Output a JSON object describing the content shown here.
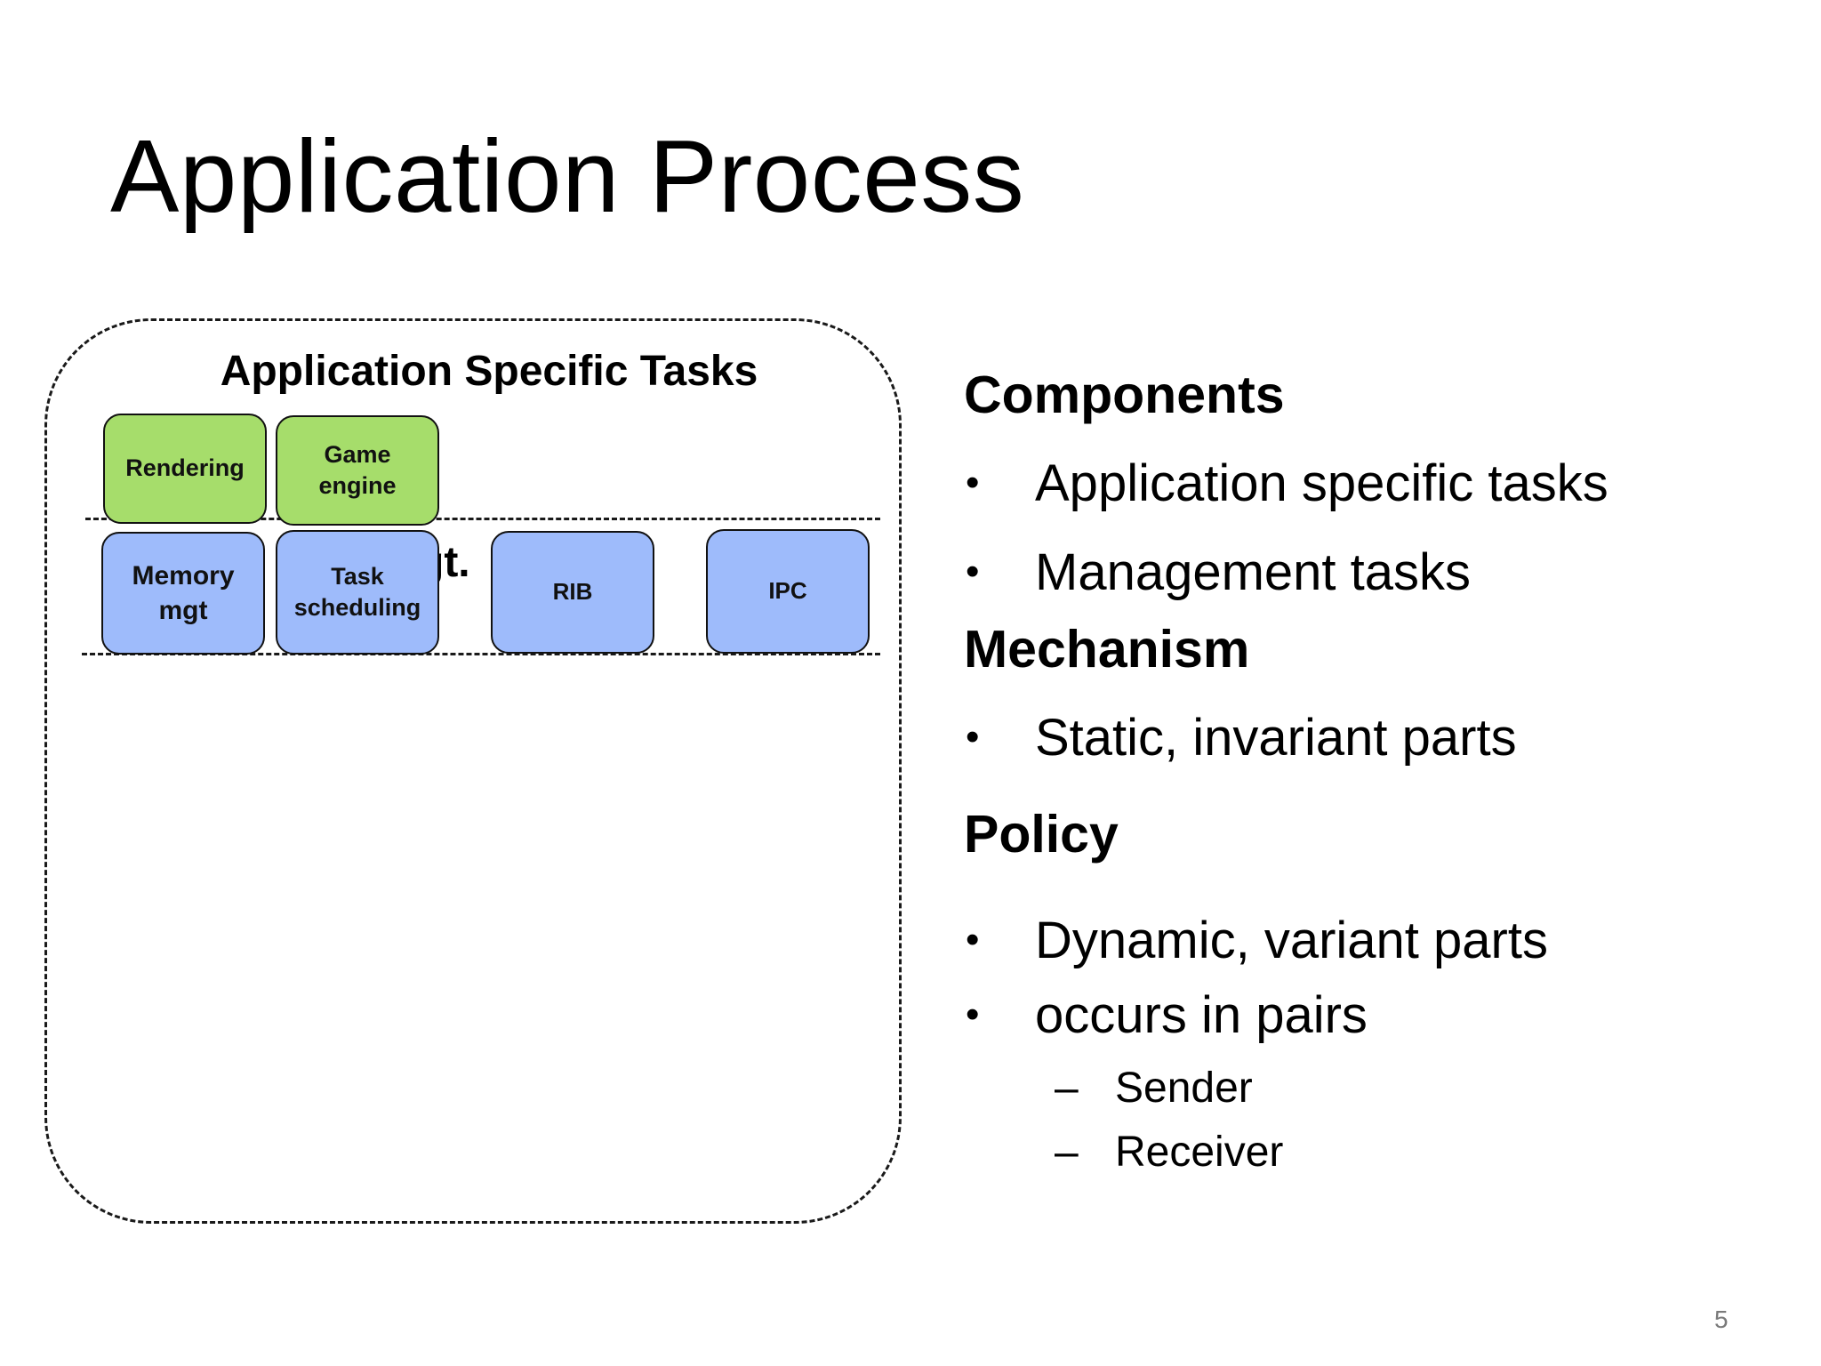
{
  "slide": {
    "title": "Application Process",
    "page_number": "5"
  },
  "diagram": {
    "heading": "Application Specific Tasks",
    "mgmt_label_partial": "gt. T",
    "tasks": [
      {
        "label": "Rendering",
        "group": "application-specific",
        "color": "#a6dd6b"
      },
      {
        "label": "Game\nengine",
        "group": "application-specific",
        "color": "#a6dd6b"
      },
      {
        "label": "Memory\nmgt",
        "group": "management",
        "color": "#9ebbfb"
      },
      {
        "label": "Task\nscheduling",
        "group": "management",
        "color": "#9ebbfb"
      },
      {
        "label": "RIB",
        "group": "management",
        "color": "#9ebbfb"
      },
      {
        "label": "IPC",
        "group": "management",
        "color": "#9ebbfb"
      }
    ]
  },
  "content": {
    "components": {
      "heading": "Components",
      "bullets": [
        "Application specific tasks",
        "Management tasks"
      ]
    },
    "mechanism": {
      "heading": "Mechanism",
      "bullets": [
        "Static, invariant parts"
      ]
    },
    "policy": {
      "heading": "Policy",
      "bullets": [
        "Dynamic, variant parts",
        "occurs in pairs"
      ],
      "sub_bullets": [
        "Sender",
        "Receiver"
      ]
    },
    "bullet_mark": "•",
    "dash_mark": "–"
  }
}
